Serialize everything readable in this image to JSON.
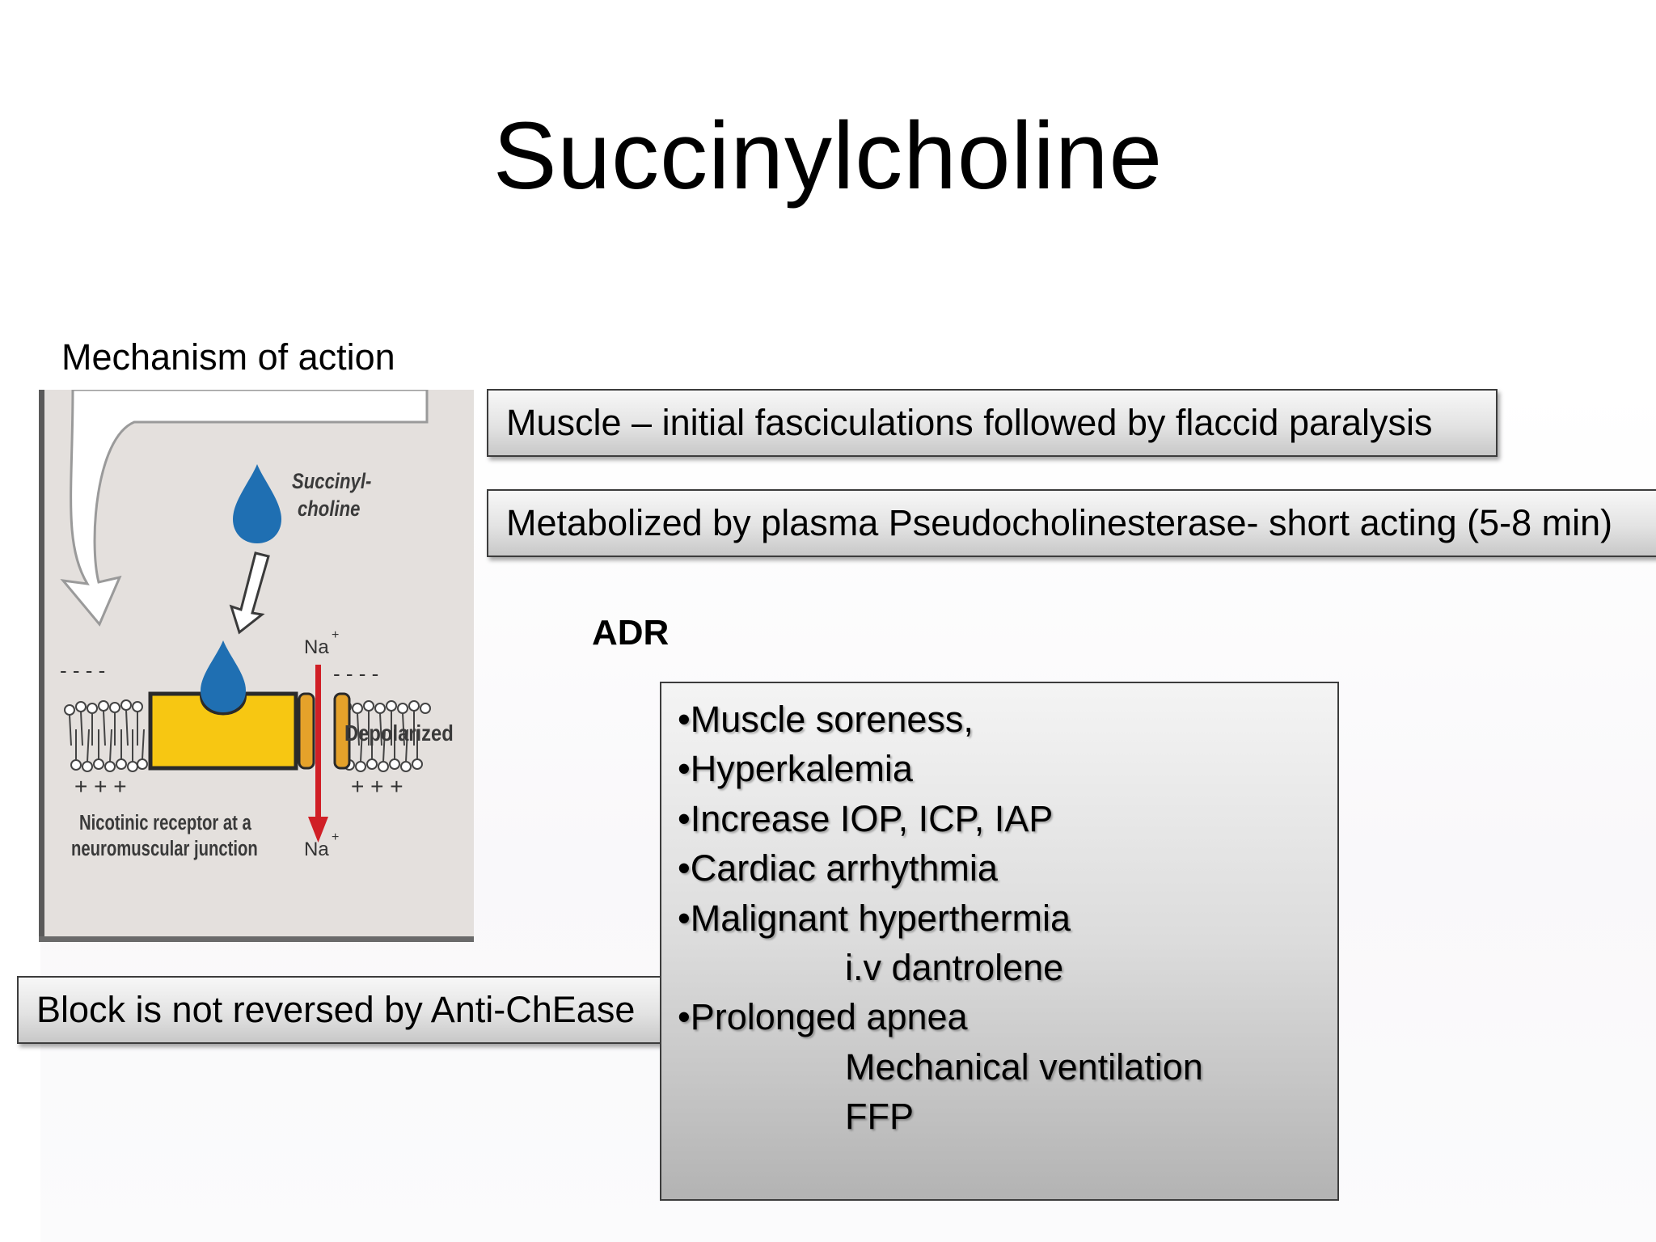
{
  "slide": {
    "title": "Succinylcholine",
    "mechanism_label": "Mechanism of action",
    "box_muscle": "Muscle – initial fasciculations followed by flaccid paralysis",
    "box_metabolism": "Metabolized by  plasma Pseudocholinesterase- short acting (5-8 min)",
    "box_block": "Block is not reversed by Anti-ChEase",
    "adr_heading": "ADR"
  },
  "adr_items": [
    {
      "text": "•Muscle soreness,",
      "sub": false
    },
    {
      "text": "•Hyperkalemia",
      "sub": false
    },
    {
      "text": "•Increase IOP, ICP, IAP",
      "sub": false
    },
    {
      "text": "•Cardiac arrhythmia",
      "sub": false
    },
    {
      "text": "•Malignant hyperthermia",
      "sub": false
    },
    {
      "text": "i.v dantrolene",
      "sub": true
    },
    {
      "text": "•Prolonged apnea",
      "sub": false
    },
    {
      "text": "Mechanical ventilation",
      "sub": true
    },
    {
      "text": "FFP",
      "sub": true
    }
  ],
  "diagram": {
    "drug_label_line1": "Succinyl-",
    "drug_label_line2": "choline",
    "sodium_top": "Na",
    "sodium_bottom": "Na",
    "sodium_charge": "+",
    "state_label": "Depolarized",
    "receptor_label_line1": "Nicotinic receptor at a",
    "receptor_label_line2": "neuromuscular junction",
    "charges_minus": "- - - -",
    "charges_plus": "+ + +",
    "colors": {
      "drop": "#1f6fb2",
      "receptor": "#f7c712",
      "channel": "#e5a22a",
      "arrow_red": "#d01f26",
      "panel": "#e4e0dd"
    }
  }
}
